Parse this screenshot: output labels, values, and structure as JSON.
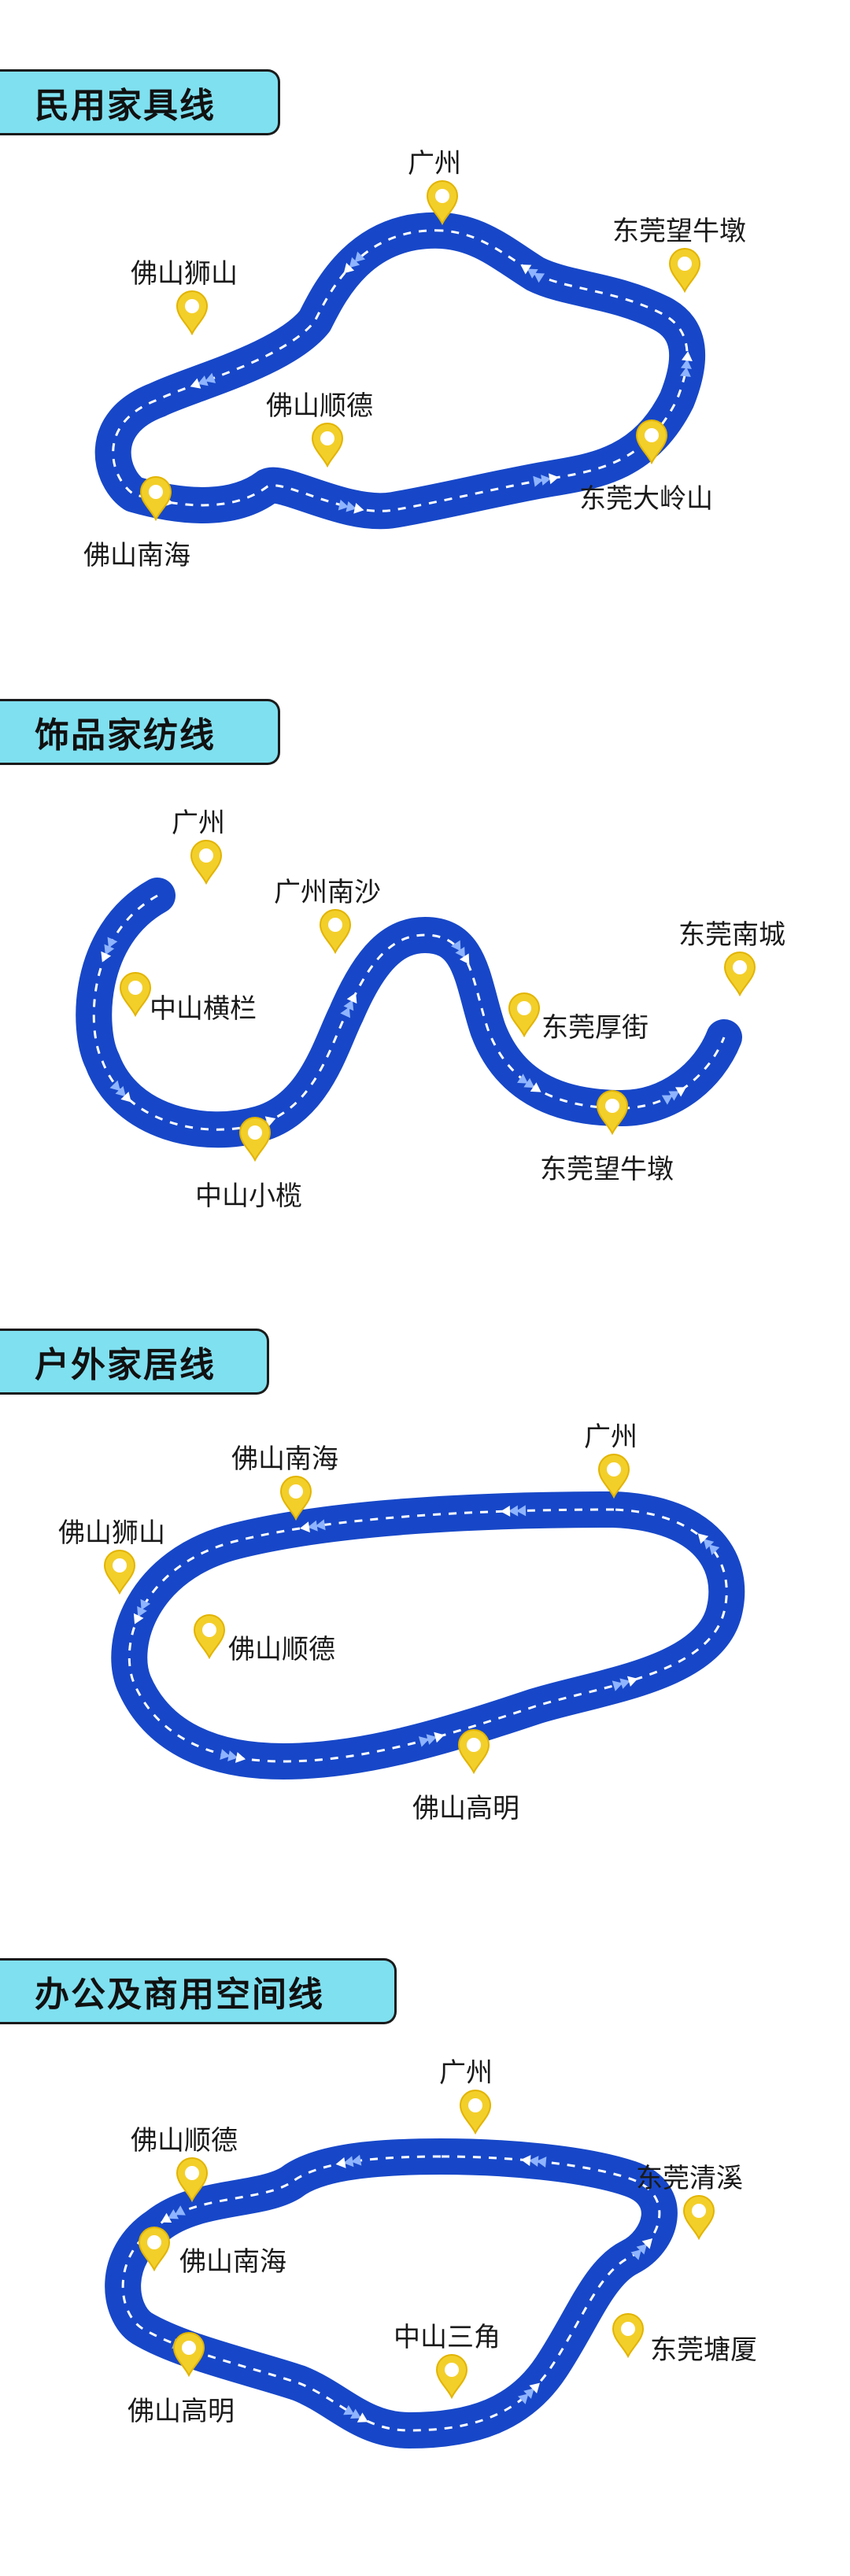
{
  "sections": [
    {
      "title": "民用家具线",
      "labels": [
        "广州",
        "东莞望牛墩",
        "佛山狮山",
        "佛山顺德",
        "东莞大岭山",
        "佛山南海"
      ]
    },
    {
      "title": "饰品家纺线",
      "labels": [
        "广州",
        "广州南沙",
        "东莞南城",
        "中山横栏",
        "东莞厚街",
        "中山小榄",
        "东莞望牛墩"
      ]
    },
    {
      "title": "户外家居线",
      "labels": [
        "广州",
        "佛山南海",
        "佛山狮山",
        "佛山顺德",
        "佛山高明"
      ]
    },
    {
      "title": "办公及商用空间线",
      "labels": [
        "广州",
        "佛山顺德",
        "东莞清溪",
        "佛山南海",
        "中山三角",
        "东莞塘厦",
        "佛山高明"
      ]
    }
  ],
  "colors": {
    "road": "#1747c8",
    "pin": "#f3cf2a",
    "tab": "#7fe0f0"
  }
}
